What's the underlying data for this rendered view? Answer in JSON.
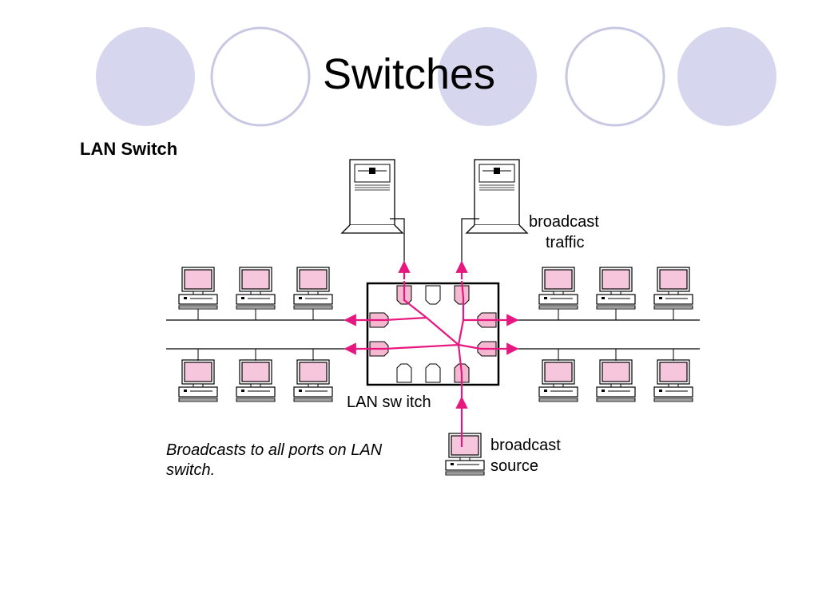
{
  "slide": {
    "title": "Switches",
    "subtitle": "LAN Switch",
    "caption": "Broadcasts to all ports on LAN switch."
  },
  "diagram": {
    "switch_label": "LAN sw itch",
    "traffic_label_line1": "broadcast",
    "traffic_label_line2": "traffic",
    "source_label_line1": "broadcast",
    "source_label_line2": "source"
  },
  "colors": {
    "circle_fill": "#d6d6ee",
    "circle_outline": "#c8c8e4",
    "broadcast": "#e6177f",
    "port_fill": "#f4b8d0",
    "monitor_fill": "#f6c6dc"
  }
}
